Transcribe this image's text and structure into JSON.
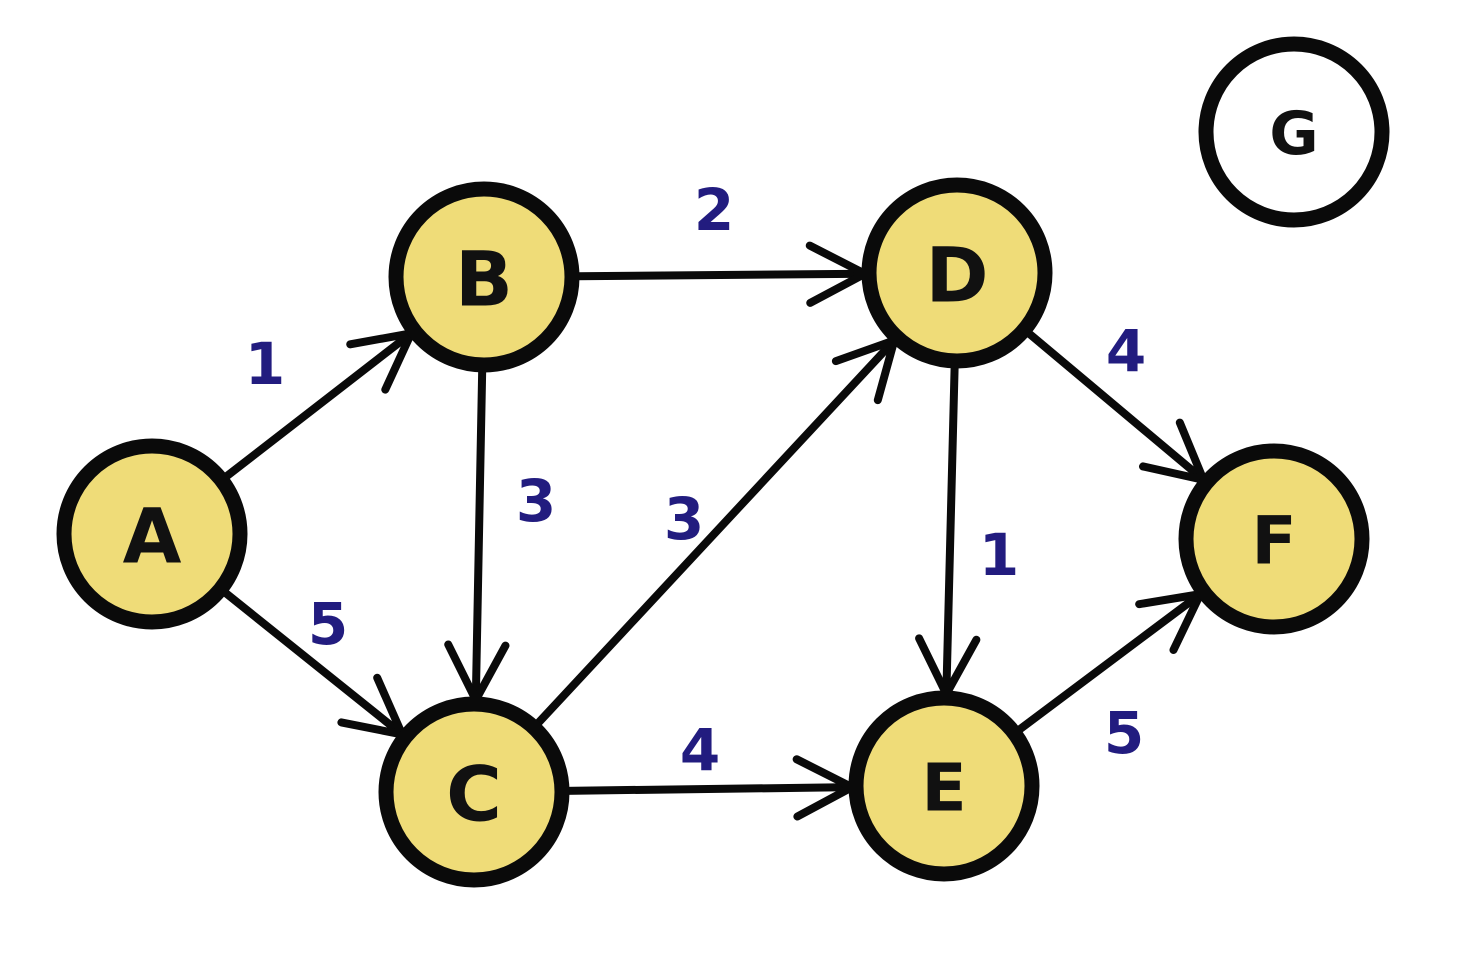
{
  "colors": {
    "node_fill": "#efdc78",
    "isolated_fill": "#ffffff",
    "stroke": "#0a0a0a",
    "weight_text": "#221c7f"
  },
  "nodes": [
    {
      "id": "A",
      "label": "A"
    },
    {
      "id": "B",
      "label": "B"
    },
    {
      "id": "C",
      "label": "C"
    },
    {
      "id": "D",
      "label": "D"
    },
    {
      "id": "E",
      "label": "E"
    },
    {
      "id": "F",
      "label": "F"
    },
    {
      "id": "G",
      "label": "G"
    }
  ],
  "edges": [
    {
      "from": "A",
      "to": "B",
      "weight": "1"
    },
    {
      "from": "A",
      "to": "C",
      "weight": "5"
    },
    {
      "from": "B",
      "to": "D",
      "weight": "2"
    },
    {
      "from": "B",
      "to": "C",
      "weight": "3"
    },
    {
      "from": "C",
      "to": "D",
      "weight": "3"
    },
    {
      "from": "C",
      "to": "E",
      "weight": "4"
    },
    {
      "from": "D",
      "to": "E",
      "weight": "1"
    },
    {
      "from": "D",
      "to": "F",
      "weight": "4"
    },
    {
      "from": "E",
      "to": "F",
      "weight": "5"
    }
  ]
}
